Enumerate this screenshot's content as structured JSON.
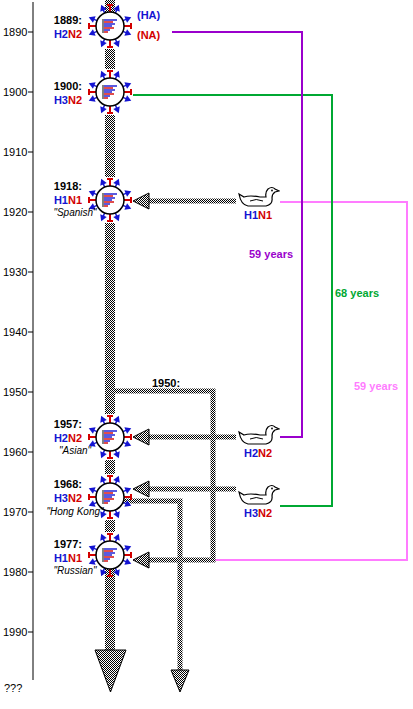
{
  "diagram": {
    "nodes": [
      {
        "text": [
          "1889: H2N2",
          "(HA)",
          "(NA)"
        ]
      },
      {
        "text": [
          "1900: H3N2"
        ]
      },
      {
        "text": [
          "1918: H1N1",
          "\"Spanish\""
        ]
      },
      {
        "text": [
          "H1N1"
        ]
      },
      {
        "text": [
          "1957: H2N2",
          "\"Asian\""
        ]
      },
      {
        "text": [
          "H2N2"
        ]
      },
      {
        "text": [
          "1968: H3N2",
          "\"Hong Kong\""
        ]
      },
      {
        "text": [
          "H3N2"
        ]
      },
      {
        "text": [
          "1977: H1N1",
          "\"Russian\""
        ]
      }
    ],
    "edges": [
      {
        "from": 0,
        "to": 1,
        "arrow": "none"
      },
      {
        "from": 1,
        "to": 2,
        "arrow": "none"
      },
      {
        "from": 2,
        "to": 4,
        "arrow": "none"
      },
      {
        "from": 4,
        "to": 6,
        "arrow": "none"
      },
      {
        "from": 6,
        "to": 8,
        "arrow": "none"
      },
      {
        "from": 3,
        "to": 2,
        "arrow": "to"
      },
      {
        "from": 5,
        "to": 4,
        "arrow": "to"
      },
      {
        "from": 7,
        "to": 6,
        "arrow": "to"
      },
      {
        "from": 2,
        "to": 8,
        "label": "1950:",
        "arrow": "to"
      },
      {
        "from": 0,
        "to": 5,
        "label": "59 years",
        "arrow": "none"
      },
      {
        "from": 1,
        "to": 7,
        "label": "68 years",
        "arrow": "none"
      },
      {
        "from": 3,
        "to": 8,
        "label": "59 years",
        "arrow": "none"
      }
    ],
    "labels": [
      "1890",
      "1900",
      "1910",
      "1920",
      "1930",
      "1940",
      "1950",
      "1960",
      "1970",
      "1980",
      "1990",
      "???"
    ]
  }
}
